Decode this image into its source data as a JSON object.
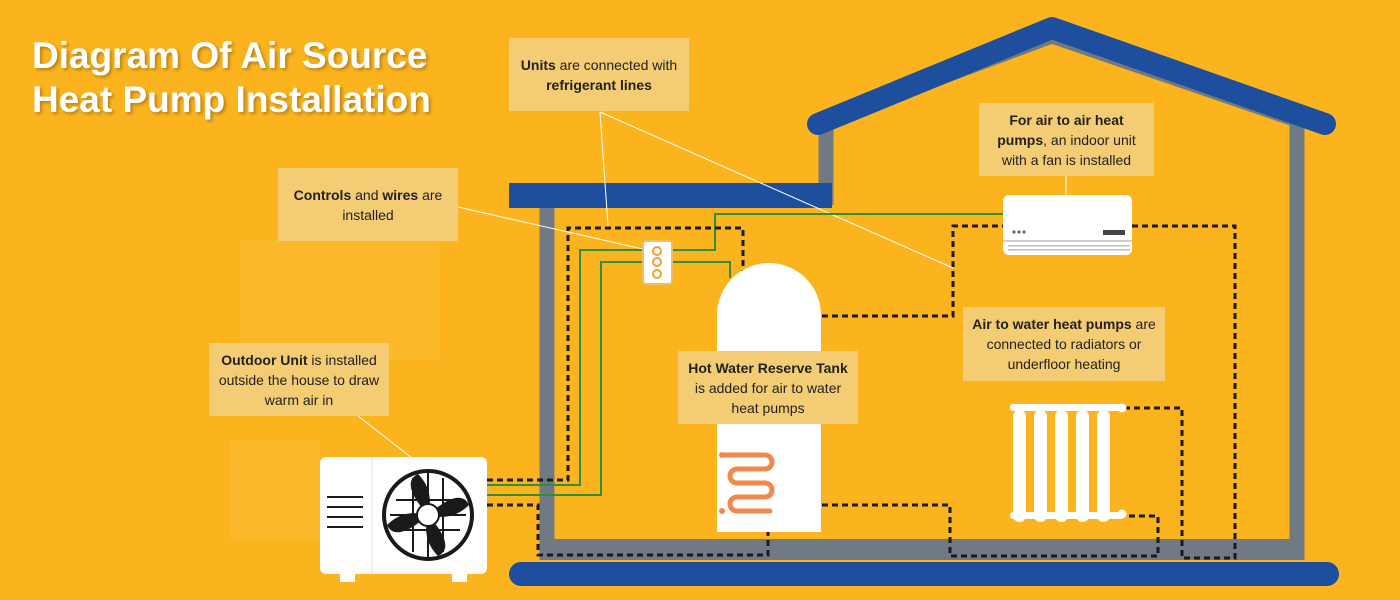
{
  "title": {
    "line1": "Diagram Of Air Source",
    "line2": "Heat Pump Installation"
  },
  "callouts": {
    "units": {
      "segments": [
        {
          "text": "Units",
          "bold": true
        },
        {
          "text": " are connected with ",
          "bold": false
        },
        {
          "text": "refrigerant lines",
          "bold": true
        }
      ]
    },
    "controls": {
      "segments": [
        {
          "text": "Controls",
          "bold": true
        },
        {
          "text": " and ",
          "bold": false
        },
        {
          "text": "wires",
          "bold": true
        },
        {
          "text": " are installed",
          "bold": false
        }
      ]
    },
    "air_to_air": {
      "segments": [
        {
          "text": "For air to air heat pumps",
          "bold": true
        },
        {
          "text": ", an indoor unit with a fan is installed",
          "bold": false
        }
      ]
    },
    "air_to_water": {
      "segments": [
        {
          "text": "Air to water heat pumps",
          "bold": true
        },
        {
          "text": " are connected to radiators or underfloor heating",
          "bold": false
        }
      ]
    },
    "hot_water_tank": {
      "segments": [
        {
          "text": "Hot Water Reserve Tank",
          "bold": true
        },
        {
          "text": " is added for air to water heat pumps",
          "bold": false
        }
      ]
    },
    "outdoor_unit": {
      "segments": [
        {
          "text": "Outdoor Unit",
          "bold": true
        },
        {
          "text": " is installed outside the house to draw warm air in",
          "bold": false
        }
      ]
    }
  },
  "colors": {
    "background": "#fbb41e",
    "roof": "#1d4f9e",
    "wall": "#6f7a84",
    "callout_box": "#f3cc74",
    "refrigerant_line": "#1a1a1a",
    "wire": "#2f8f3a",
    "tank_coil": "#f0894e"
  }
}
